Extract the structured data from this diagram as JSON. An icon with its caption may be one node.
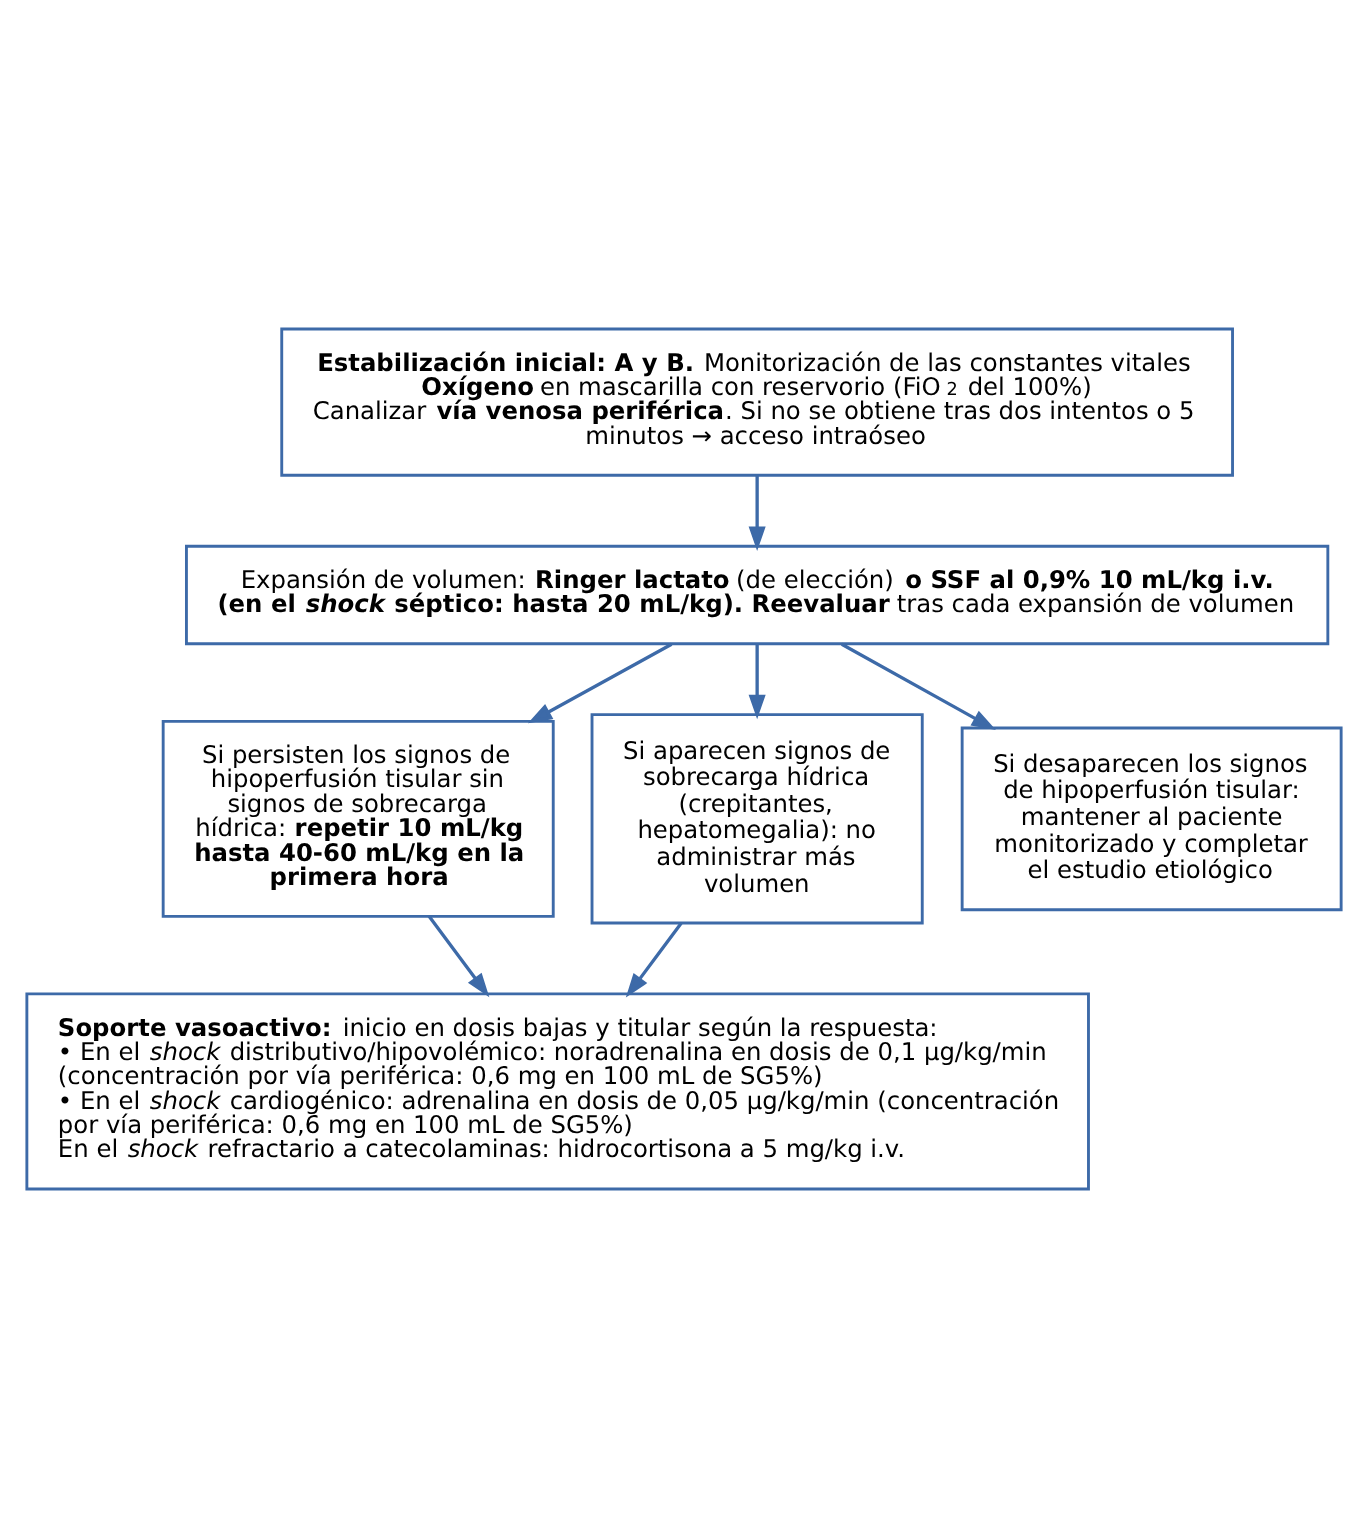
{
  "diagram": {
    "nodes": [
      {
        "text": [
          "**Estabilización inicial: A y B.** Monitorización de las constantes vitales",
          "**Oxígeno** en mascarilla con reservorio (FiO$_{2}$ del 100%)",
          "Canalizar **vía venosa periférica**. Si no se obtiene tras dos intentos o 5 minutos → acceso intraóseo"
        ]
      },
      {
        "text": [
          "Expansión de volumen: **Ringer lactato** (de elección) **o SSF al 0,9% 10 mL/kg i.v. (en el *shock* séptico: hasta 20 mL/kg). Reevaluar** tras cada expansión de volumen"
        ]
      },
      {
        "text": [
          "Si persisten los signos de hipoperfusión tisular sin signos de sobrecarga hídrica: **repetir 10 mL/kg hasta 40-60 mL/kg en la primera hora**"
        ]
      },
      {
        "text": [
          "Si aparecen signos de sobrecarga hídrica (crepitantes, hepatomegalia): no administrar más volumen"
        ]
      },
      {
        "text": [
          "Si desaparecen los signos de hipoperfusión tisular: mantener al paciente monitorizado y completar el estudio etiológico"
        ]
      },
      {
        "text": [
          "**Soporte vasoactivo:** inicio en dosis bajas y titular según la respuesta:",
          "• En el *shock* distributivo/hipovolémico: noradrenalina en dosis de 0,1 µg/kg/min (concentración por vía periférica: 0,6 mg en 100 mL de SG5%)",
          "• En el *shock* cardiogénico: adrenalina en dosis de 0,05 µg/kg/min (concentración por vía periférica: 0,6 mg en 100 mL de SG5%)",
          "En el *shock* refractario a catecolaminas: hidrocortisona a 5 mg/kg i.v."
        ]
      }
    ],
    "edges": [
      {
        "from": 0,
        "to": 1,
        "arrow": "to"
      },
      {
        "from": 1,
        "to": 2,
        "arrow": "to"
      },
      {
        "from": 1,
        "to": 3,
        "arrow": "to"
      },
      {
        "from": 1,
        "to": 4,
        "arrow": "to"
      },
      {
        "from": 2,
        "to": 5,
        "arrow": "to"
      },
      {
        "from": 3,
        "to": 5,
        "arrow": "to"
      }
    ]
  }
}
